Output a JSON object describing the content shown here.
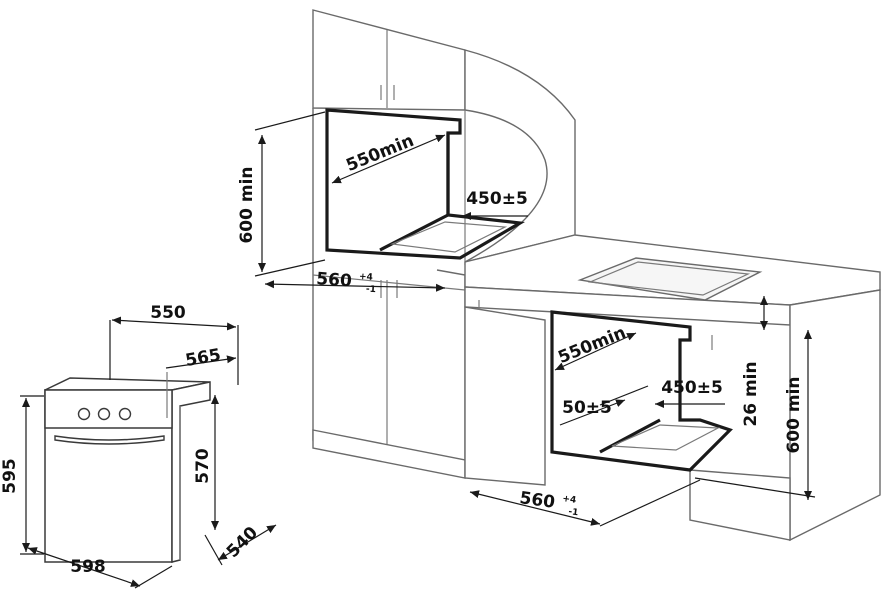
{
  "colors": {
    "line": "#1a1a1a",
    "cabinet_line": "#6a6a6a",
    "background": "#ffffff"
  },
  "oven": {
    "dims": {
      "depth_550": "550",
      "depth_565": "565",
      "height_595": "595",
      "height_570": "570",
      "width_598": "598",
      "depth_540": "540"
    }
  },
  "upper_install": {
    "dims": {
      "height": "600 min",
      "depth": "550min",
      "vent": "450±5",
      "width_base": "560",
      "width_sup": "+4",
      "width_sub": "-1"
    }
  },
  "lower_install": {
    "dims": {
      "depth": "550min",
      "vent": "450±5",
      "gap": "50±5",
      "top_gap": "26 min",
      "height": "600 min",
      "width_base": "560",
      "width_sup": "+4",
      "width_sub": "-1"
    }
  }
}
